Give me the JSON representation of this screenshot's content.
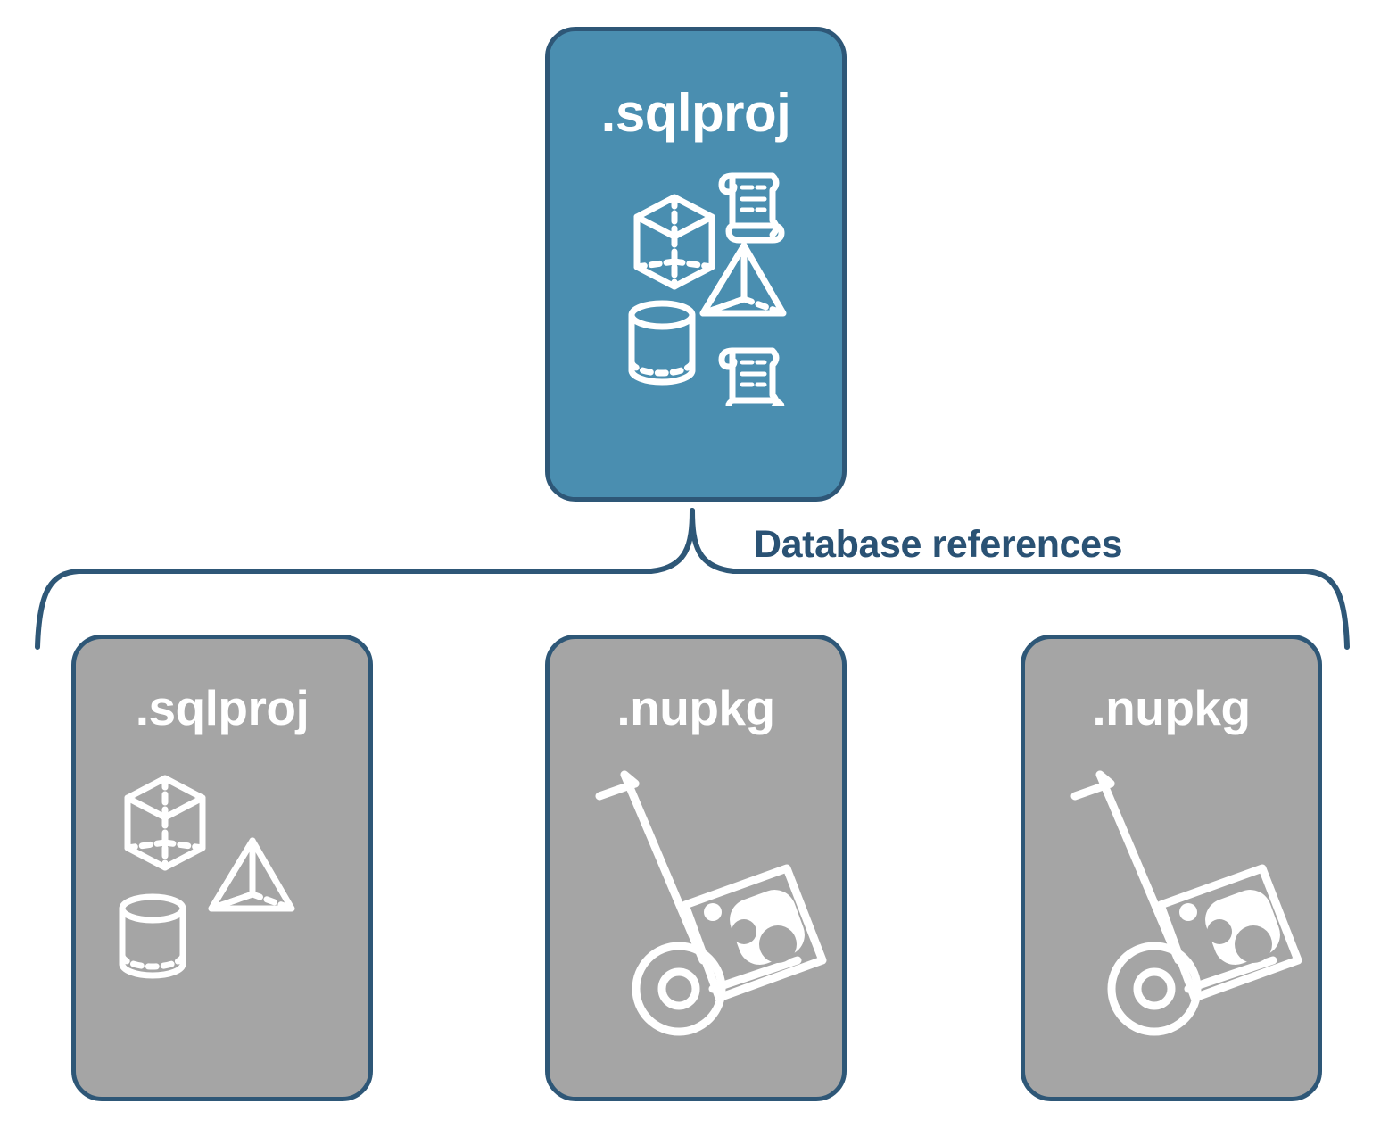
{
  "diagram": {
    "title": "Database references",
    "connector_label": "Database references",
    "colors": {
      "primary_fill": "#4A8EB0",
      "reference_fill": "#A5A5A5",
      "border": "#2E5777",
      "label_text": "#2A5274",
      "icon_stroke": "#FFFFFF",
      "background": "#FFFFFF"
    },
    "root": {
      "label": ".sqlproj",
      "fill": "#4A8EB0",
      "icons": [
        "cube-icon",
        "scroll-icon",
        "pyramid-icon",
        "cylinder-icon",
        "scroll-icon"
      ]
    },
    "references": [
      {
        "label": ".sqlproj",
        "fill": "#A5A5A5",
        "icons": [
          "cube-icon",
          "pyramid-icon",
          "cylinder-icon"
        ]
      },
      {
        "label": ".nupkg",
        "fill": "#A5A5A5",
        "icons": [
          "hand-truck-icon",
          "nuget-package-icon"
        ]
      },
      {
        "label": ".nupkg",
        "fill": "#A5A5A5",
        "icons": [
          "hand-truck-icon",
          "nuget-package-icon"
        ]
      }
    ]
  }
}
